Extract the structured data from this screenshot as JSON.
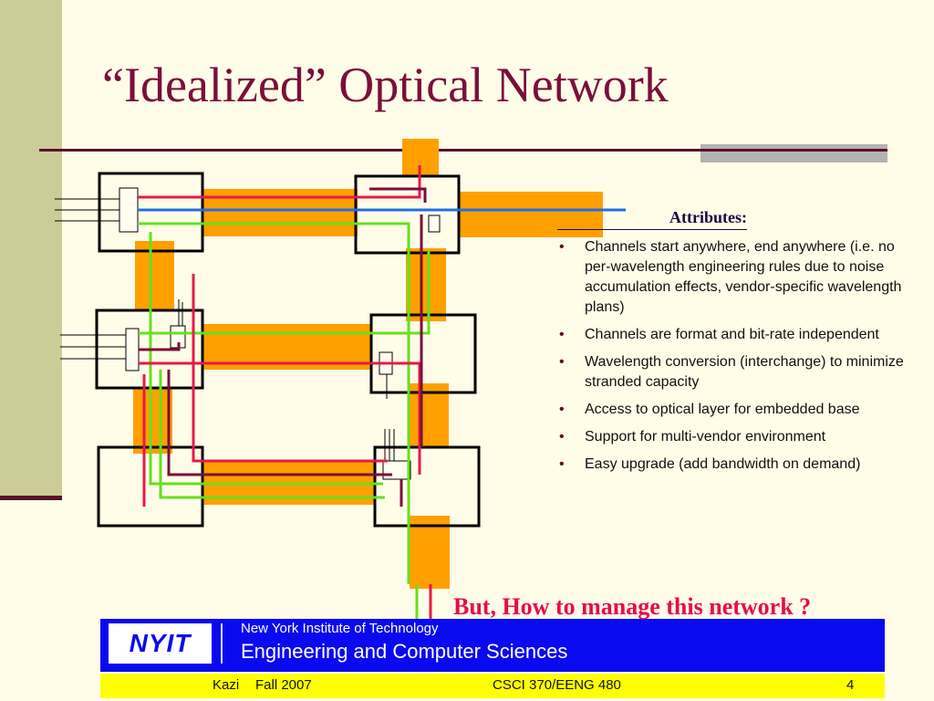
{
  "slide": {
    "title": "“Idealized” Optical Network"
  },
  "attributes": {
    "heading": "Attributes:",
    "items": [
      "Channels start anywhere, end anywhere (i.e. no per-wavelength engineering rules due to noise accumulation effects, vendor-specific wavelength plans)",
      "Channels are format and bit-rate independent",
      "Wavelength conversion (interchange) to minimize stranded capacity",
      "Access to optical layer for embedded base",
      "Support for multi-vendor environment",
      "Easy upgrade (add bandwidth on demand)"
    ],
    "bullet_glyph": "•"
  },
  "callout": "But, How to manage this network ?",
  "footer": {
    "logo": "NYIT",
    "institution": "New York Institute of Technology",
    "department": "Engineering and Computer Sciences",
    "author": "Kazi",
    "term": "Fall 2007",
    "course": "CSCI 370/EENG 480",
    "page": "4"
  },
  "colors": {
    "background": "#fffde8",
    "side_band": "#cccc99",
    "title": "#7a0f3a",
    "fiber_link": "#ffa000",
    "channel_red": "#e8194a",
    "channel_green": "#66e01e",
    "channel_blue": "#1e6ee6",
    "channel_maroon": "#7a0f3a",
    "footer_blue": "#0a0af0",
    "footer_yellow": "#ffff00",
    "callout": "#e60c4a"
  }
}
